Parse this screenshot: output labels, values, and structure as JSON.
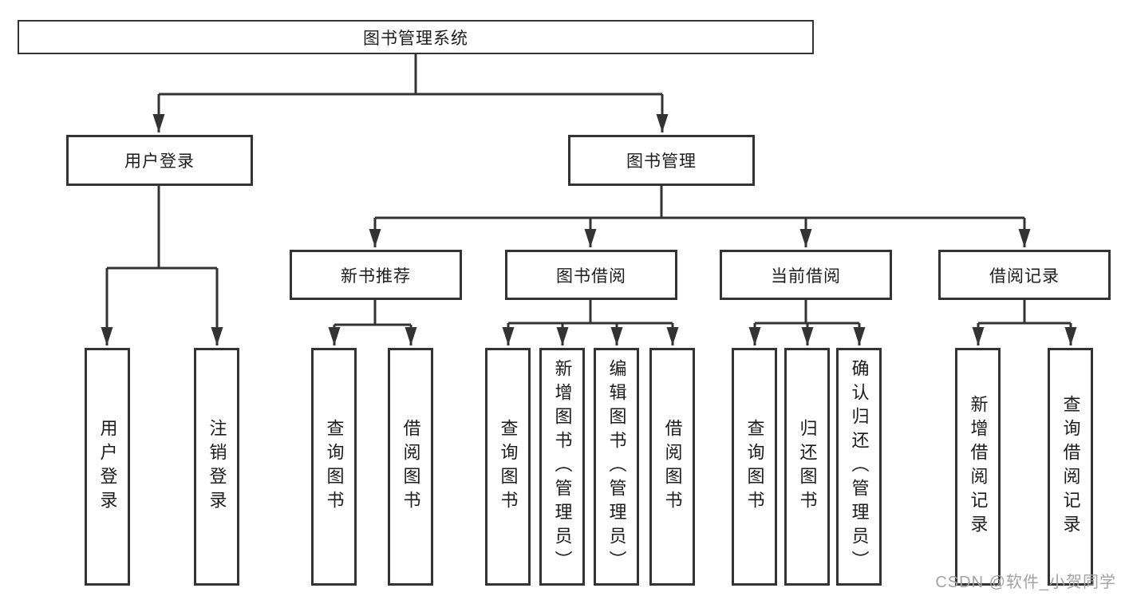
{
  "tree": {
    "label": "图书管理系统",
    "children": [
      {
        "label": "用户登录",
        "children": [
          {
            "label": "用户登录"
          },
          {
            "label": "注销登录"
          }
        ]
      },
      {
        "label": "图书管理",
        "children": [
          {
            "label": "新书推荐",
            "children": [
              {
                "label": "查询图书"
              },
              {
                "label": "借阅图书"
              }
            ]
          },
          {
            "label": "图书借阅",
            "children": [
              {
                "label": "查询图书"
              },
              {
                "label": "新增图书（管理员）"
              },
              {
                "label": "编辑图书（管理员）"
              },
              {
                "label": "借阅图书"
              }
            ]
          },
          {
            "label": "当前借阅",
            "children": [
              {
                "label": "查询图书"
              },
              {
                "label": "归还图书"
              },
              {
                "label": "确认归还（管理员）"
              }
            ]
          },
          {
            "label": "借阅记录",
            "children": [
              {
                "label": "新增借阅记录"
              },
              {
                "label": "查询借阅记录"
              }
            ]
          }
        ]
      }
    ]
  },
  "watermark": {
    "text": "CSDN @软件_小贺同学"
  },
  "colors": {
    "line": "#333333",
    "text": "#1c1c1c",
    "watermark": "#a2a2a2",
    "background": "#ffffff"
  }
}
